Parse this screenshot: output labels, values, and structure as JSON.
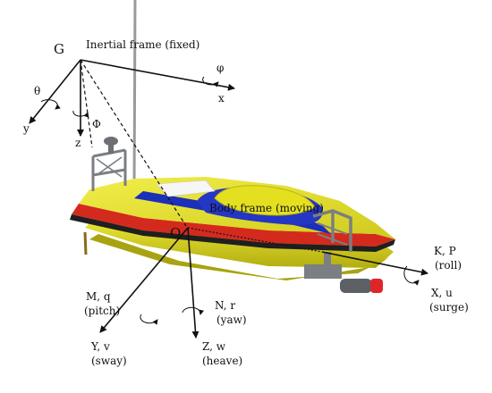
{
  "inertial_frame": {
    "origin": "G",
    "title": "Inertial frame (fixed)",
    "axes": {
      "x": "x",
      "y": "y",
      "z": "z"
    },
    "angles": {
      "phi": "φ",
      "theta": "θ",
      "Phi": "Φ"
    }
  },
  "body_frame": {
    "origin": "O",
    "title": "Body frame (moving)",
    "surge": {
      "force": "K, P",
      "motion": "(roll)",
      "axis": "X, u",
      "name": "(surge)"
    },
    "sway": {
      "force": "M, q",
      "motion": "(pitch)",
      "axis": "Y, v",
      "name": "(sway)"
    },
    "heave": {
      "force": "N, r",
      "motion": "(yaw)",
      "axis": "Z, w",
      "name": "(heave)"
    }
  },
  "colors": {
    "hull_yellow": "#e4e020",
    "hull_yellow_dark": "#b9b512",
    "stripe_red": "#d42a1e",
    "deck_blue": "#1b2fb8",
    "hull_black": "#1f1f1f",
    "frame_gray": "#7b7e82",
    "thruster_red": "#e0242a"
  }
}
